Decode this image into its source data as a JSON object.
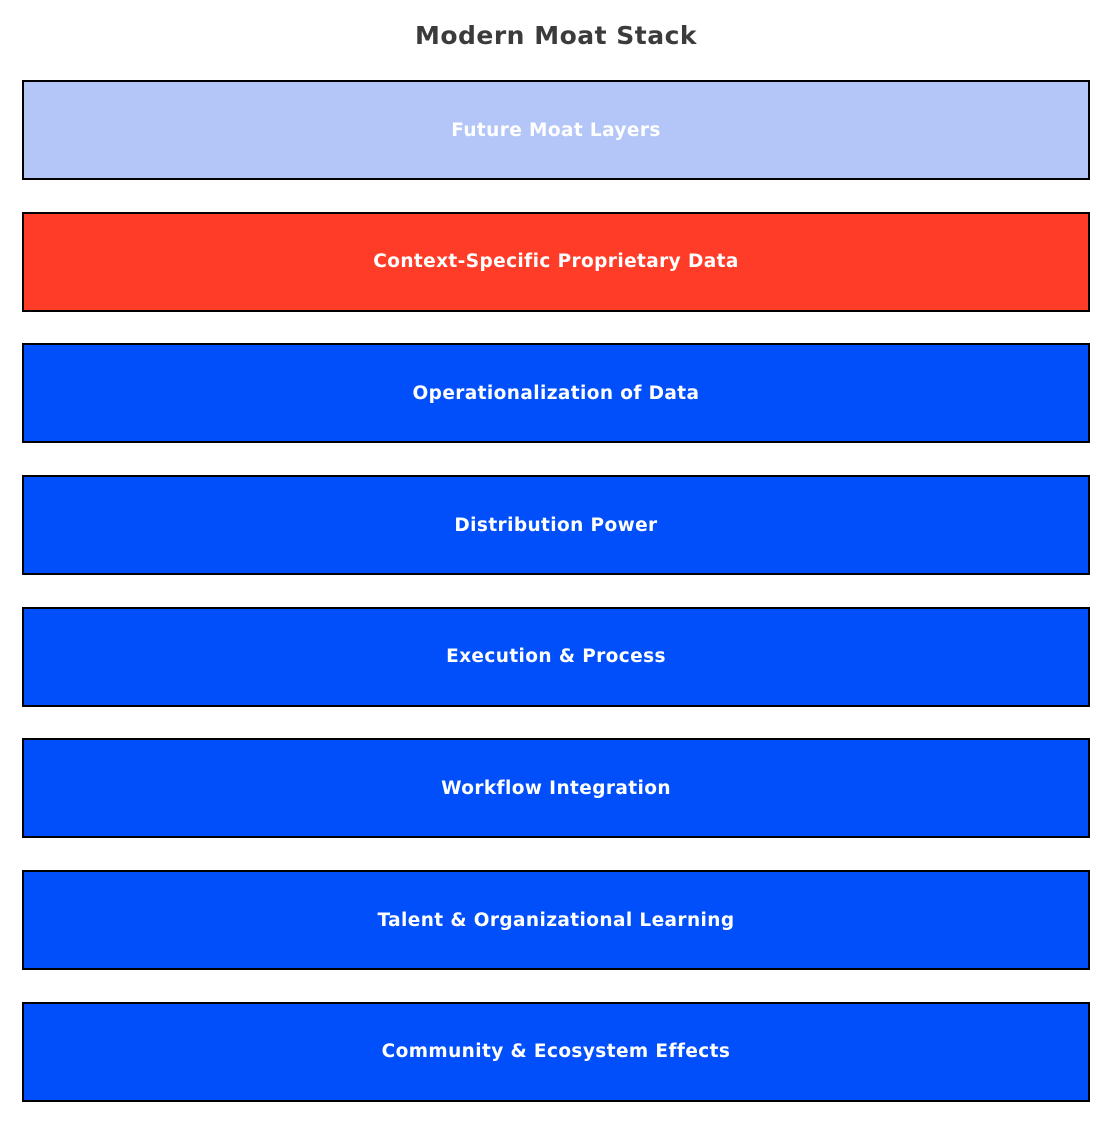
{
  "title": "Modern Moat Stack",
  "colors": {
    "future": "#b3c6f7",
    "highlight": "#ff3c28",
    "standard": "#004ffb",
    "border": "#000000",
    "title_text": "#3b3b3b",
    "label_text": "#ffffff"
  },
  "layers": [
    {
      "label": "Future Moat Layers",
      "color_key": "future"
    },
    {
      "label": "Context-Specific Proprietary Data",
      "color_key": "highlight"
    },
    {
      "label": "Operationalization of Data",
      "color_key": "standard"
    },
    {
      "label": "Distribution Power",
      "color_key": "standard"
    },
    {
      "label": "Execution & Process",
      "color_key": "standard"
    },
    {
      "label": "Workflow Integration",
      "color_key": "standard"
    },
    {
      "label": "Talent & Organizational Learning",
      "color_key": "standard"
    },
    {
      "label": "Community & Ecosystem Effects",
      "color_key": "standard"
    }
  ]
}
